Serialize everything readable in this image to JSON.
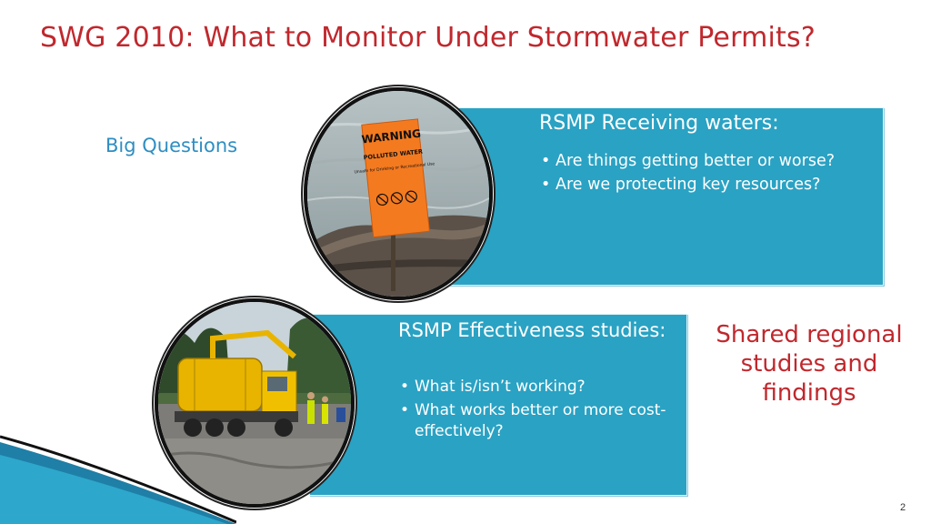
{
  "slide": {
    "title": "SWG 2010: What to Monitor Under Stormwater Permits?",
    "left_label": "Big Questions",
    "receiving": {
      "heading": "RSMP Receiving waters:",
      "bullets": [
        "Are things getting better or worse?",
        "Are we protecting key resources?"
      ]
    },
    "effectiveness": {
      "heading": "RSMP Effectiveness studies:",
      "bullets": [
        "What is/isn’t working?",
        "What works better or more cost-effectively?"
      ]
    },
    "shared_note": "Shared regional studies and findings",
    "warning_sign": {
      "line1": "WARNING",
      "line2": "POLLUTED WATER",
      "line3": "Unsafe for Drinking or Recreational Use"
    },
    "page_number": "2"
  },
  "colors": {
    "title_red": "#c0282d",
    "accent_blue": "#2e8ec2",
    "card_teal": "#2aa2c3",
    "sign_orange": "#f47a20",
    "truck_yellow": "#e8b400"
  },
  "icons": [
    "warning-sign-photo",
    "vactor-truck-photo"
  ]
}
